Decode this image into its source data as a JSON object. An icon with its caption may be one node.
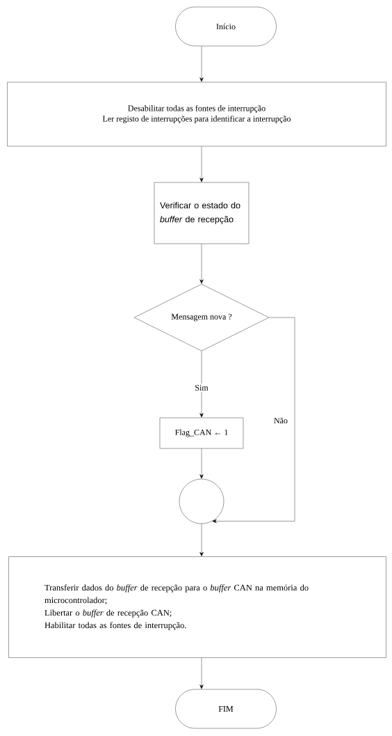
{
  "diagram": {
    "nodes": [
      {
        "text": [
          "Início"
        ]
      },
      {
        "text": [
          "Desabilitar todas as fontes de interrupção",
          "Ler registo de interrupções para identificar a interrupção"
        ]
      },
      {
        "text": [
          "Verificar o estado do *buffer* de recepção"
        ]
      },
      {
        "text": [
          "Mensagem nova ?"
        ]
      },
      {
        "text": [
          "Flag_CAN ← 1"
        ]
      },
      {
        "text": [],
        "shape": "circle"
      },
      {
        "text": [
          "Transferir dados do *buffer* de recepção para o *buffer* CAN na memória do microcontrolador;",
          "Libertar o *buffer* de recepção CAN;",
          "Habilitar todas as fontes de interrupção."
        ]
      },
      {
        "text": [
          "FIM"
        ]
      }
    ],
    "edges": [
      {
        "from": 0,
        "to": 1,
        "arrow": "to"
      },
      {
        "from": 1,
        "to": 2,
        "arrow": "to"
      },
      {
        "from": 2,
        "to": 3,
        "arrow": "to"
      },
      {
        "from": 3,
        "to": 4,
        "arrow": "to",
        "label": "Sim"
      },
      {
        "from": 3,
        "to": 5,
        "arrow": "to",
        "label": "Não"
      },
      {
        "from": 4,
        "to": 5,
        "arrow": "to"
      },
      {
        "from": 5,
        "to": 6,
        "arrow": "to"
      },
      {
        "from": 6,
        "to": 7,
        "arrow": "to"
      }
    ]
  }
}
